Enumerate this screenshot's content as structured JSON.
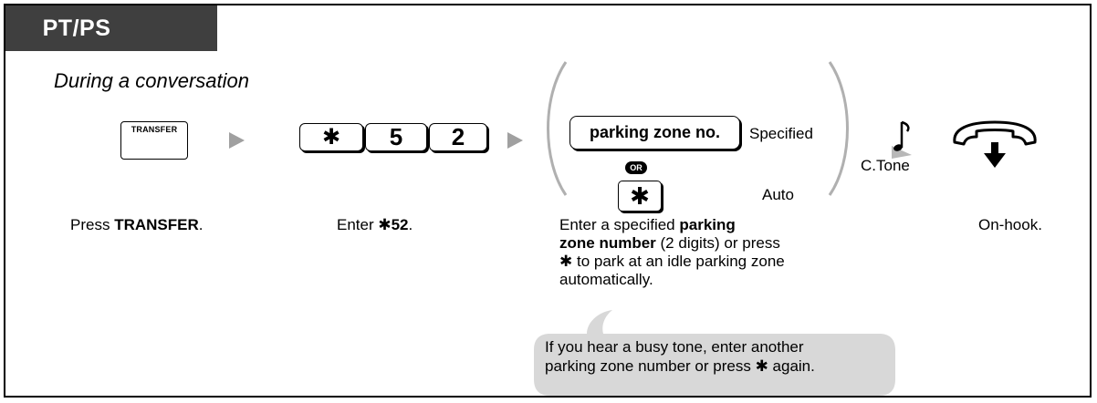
{
  "header": {
    "tab_label": "PT/PS"
  },
  "subtitle": "During a conversation",
  "step1": {
    "key_label": "TRANSFER",
    "description_prefix": "Press ",
    "description_bold": "TRANSFER",
    "description_suffix": "."
  },
  "step2": {
    "keys": [
      "✱",
      "5",
      "2"
    ],
    "description_prefix": "Enter ",
    "description_bold": "✱52",
    "description_suffix": "."
  },
  "step3": {
    "zone_key_label": "parking zone no.",
    "specified_label": "Specified",
    "or_label": "OR",
    "star_key": "✱",
    "auto_label": "Auto",
    "description": {
      "part1": "Enter a specified ",
      "bold1": "parking",
      "bold2": "zone number",
      "part2": " (2 digits) or press",
      "part3": "✱ to park at an idle parking zone",
      "part4": "automatically."
    }
  },
  "step4": {
    "tone_label": "C.Tone",
    "tone_icon": "music-note-icon"
  },
  "step5": {
    "icon": "on-hook-handset-icon",
    "description": "On-hook."
  },
  "note": {
    "line1": "If you hear a busy tone, enter another",
    "line2_prefix": "parking zone number or press ",
    "line2_star": "✱",
    "line2_suffix": " again."
  },
  "colors": {
    "tab_bg": "#3f3f3f",
    "arrow": "#a0a0a0",
    "bubble": "#d8d8d8"
  }
}
